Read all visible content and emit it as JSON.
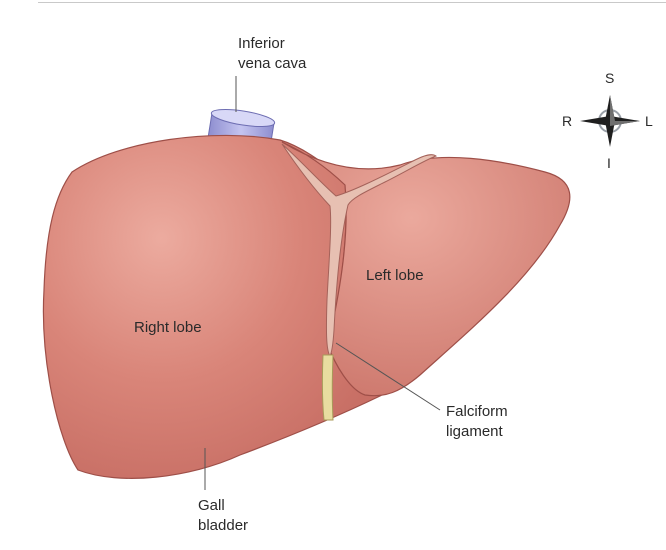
{
  "labels": {
    "ivc_line1": "Inferior",
    "ivc_line2": "vena cava",
    "right_lobe": "Right lobe",
    "left_lobe": "Left lobe",
    "falciform_line1": "Falciform",
    "falciform_line2": "ligament",
    "gall_line1": "Gall",
    "gall_line2": "bladder"
  },
  "compass": {
    "north": "S",
    "south": "I",
    "west": "R",
    "east": "L"
  },
  "colors": {
    "liver": "#d9867c",
    "liver_edge": "#9e4f48",
    "ligament": "#e9c2b4",
    "vena_cava": "#a8a8e0",
    "gallbladder": "#b7e0b9",
    "round_ligament": "#e8dca0"
  }
}
